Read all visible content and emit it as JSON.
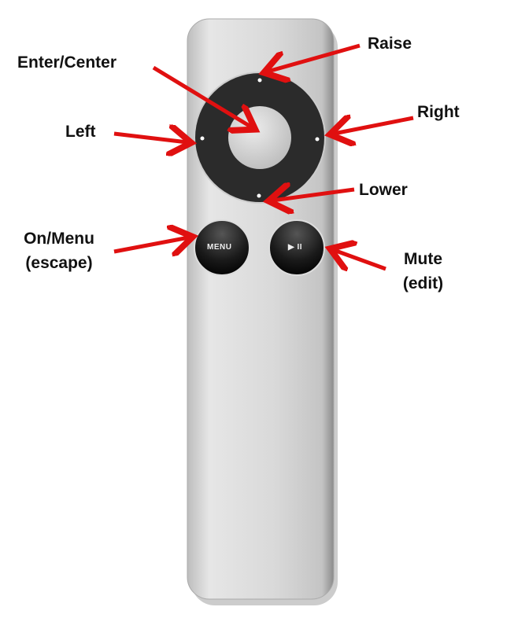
{
  "labels": {
    "raise": "Raise",
    "enter_center": "Enter/Center",
    "right": "Right",
    "left": "Left",
    "lower": "Lower",
    "on_menu": "On/Menu",
    "on_menu_sub": "(escape)",
    "mute": "Mute",
    "mute_sub": "(edit)"
  },
  "remote": {
    "menu_button": "MENU",
    "play_pause_button": "▶ II"
  },
  "colors": {
    "arrow": "#e01010",
    "ring": "#2a2a2a",
    "body": "#d8d8d8"
  }
}
